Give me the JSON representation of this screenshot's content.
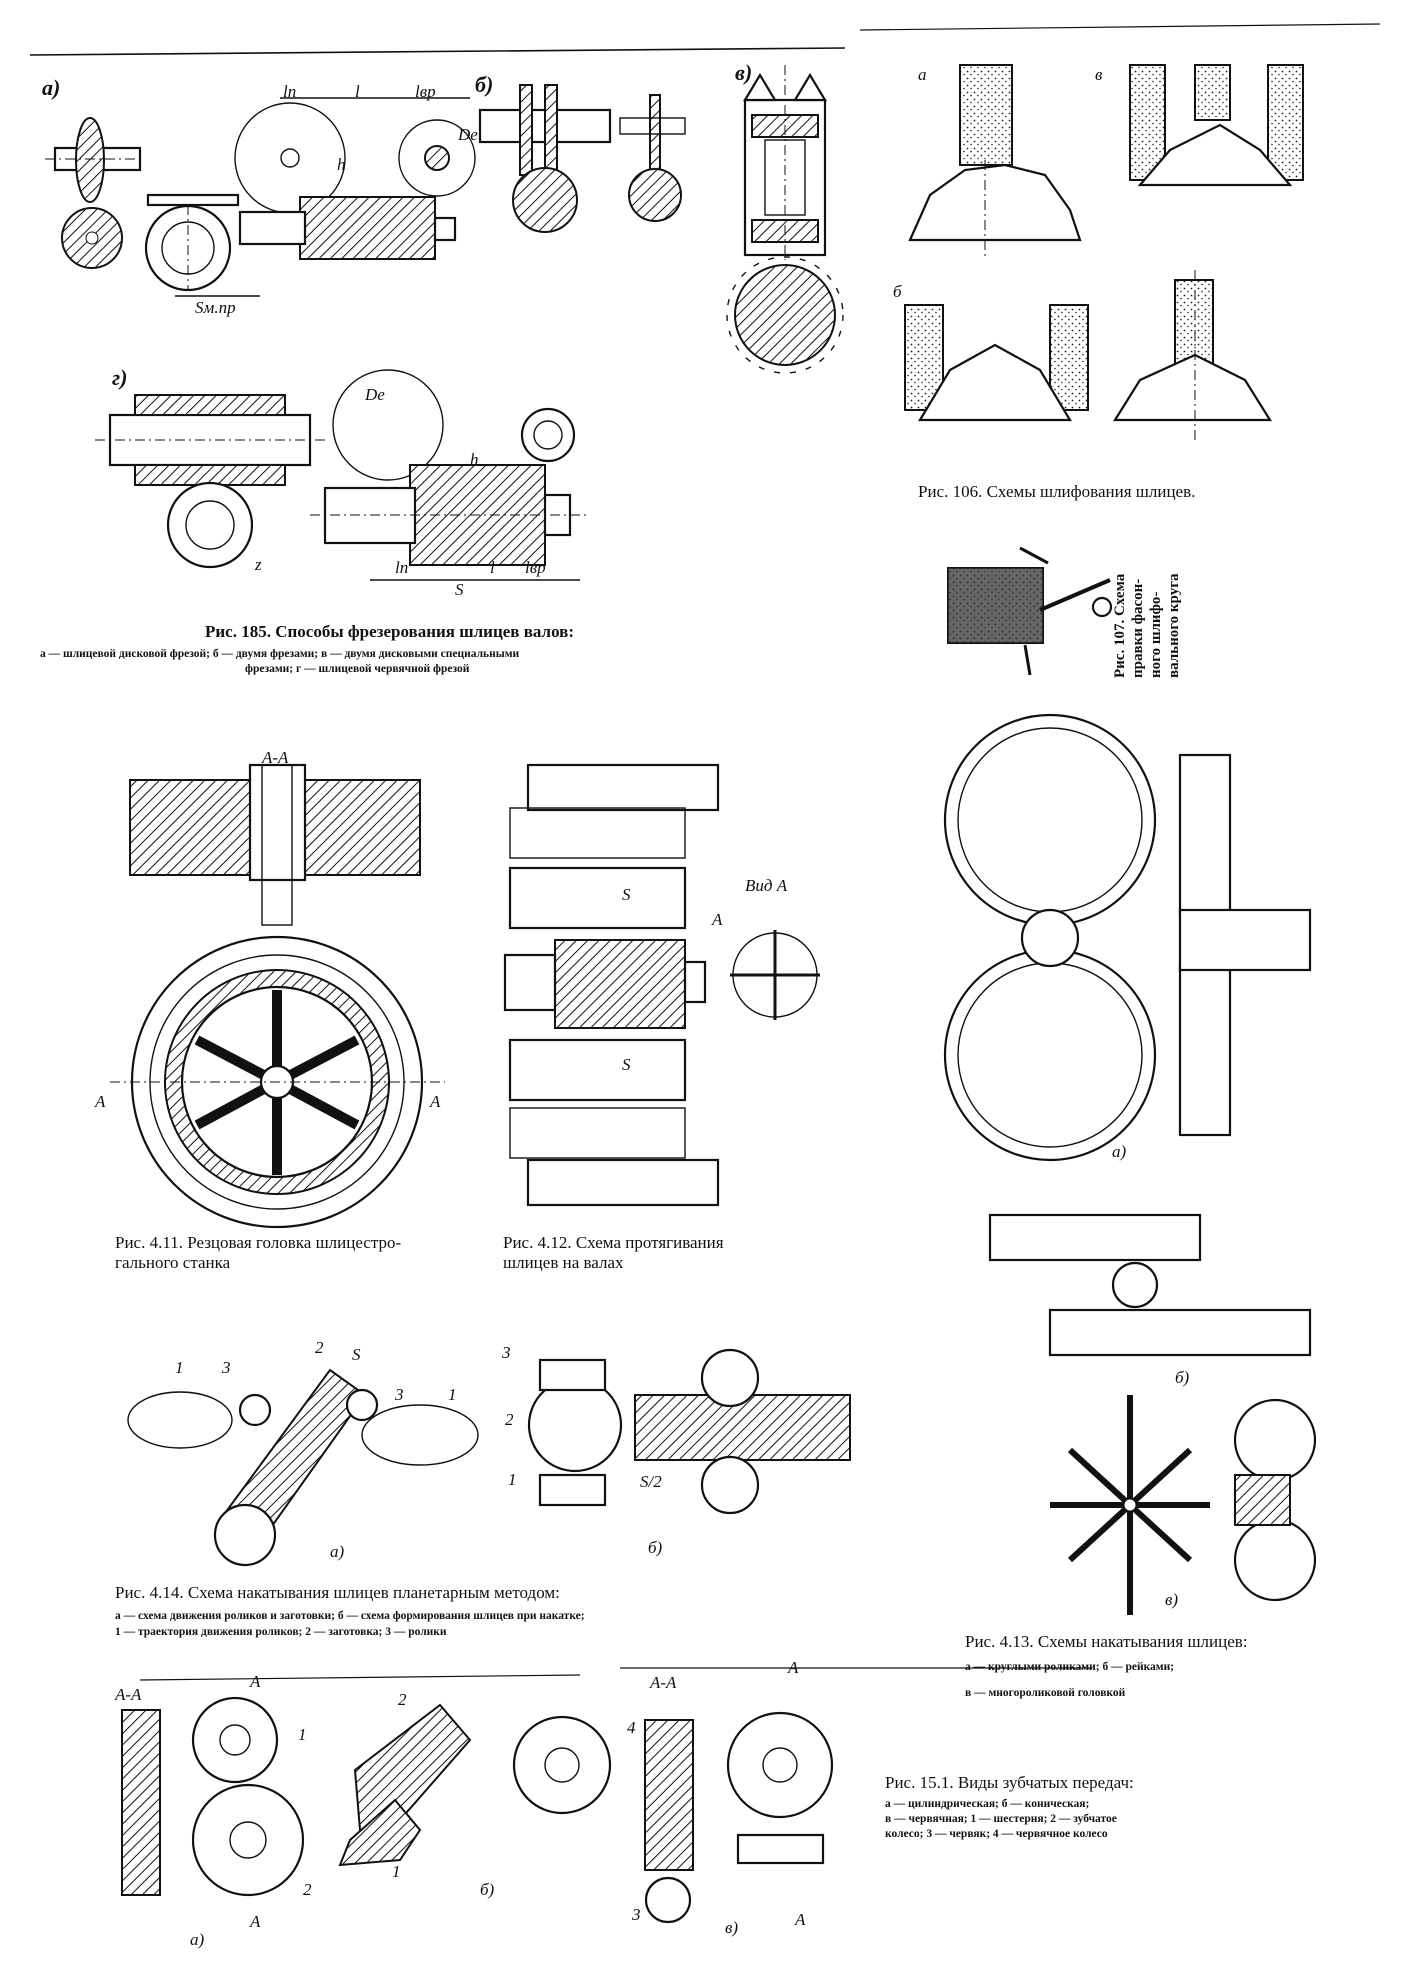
{
  "captions": {
    "fig185_title": "Рис. 185. Способы фрезерования шлицев валов:",
    "fig185_line1": "а — шлицевой дисковой фрезой; б — двумя фрезами; в — двумя дисковыми специальными",
    "fig185_line2": "фрезами; г — шлицевой червячной фрезой",
    "fig106": "Рис. 106. Схемы шлифования шлицев.",
    "fig107_l1": "Рис. 107. Схема",
    "fig107_l2": "правки фасон-",
    "fig107_l3": "ного шлифо-",
    "fig107_l4": "вального круга",
    "fig411_l1": "Рис. 4.11. Резцовая головка шлицестро-",
    "fig411_l2": "гального станка",
    "fig412_l1": "Рис. 4.12. Схема протягивания",
    "fig412_l2": "шлицев на валах",
    "fig414_title": "Рис. 4.14. Схема накатывания шлицев планетарным методом:",
    "fig414_line1": "а — схема движения роликов и заготовки; б — схема формирования шлицев при накатке;",
    "fig414_line2": "1 — траектория движения роликов; 2 — заготовка; 3 — ролики",
    "fig413_title": "Рис. 4.13. Схемы накатывания шлицев:",
    "fig413_line1": "а — круглыми роликами; б — рейками;",
    "fig413_line2": "в — многороликовой головкой",
    "fig151_title": "Рис. 15.1. Виды зубчатых передач:",
    "fig151_line1": "а — цилиндрическая; б — коническая;",
    "fig151_line2": "в — червячная; 1 — шестерня; 2 — зубчатое",
    "fig151_line3": "колесо; 3 — червяк; 4 — червячное колесо"
  },
  "labels": {
    "a": "а)",
    "b": "б)",
    "v": "в)",
    "g": "г)",
    "g106_a": "а",
    "g106_v": "в",
    "g106_b": "б",
    "ln": "lп",
    "l": "l",
    "lvp": "lвр",
    "De": "Dе",
    "h": "h",
    "smpr": "Sм.пр",
    "z": "z",
    "l_g": "l",
    "lp": "lп",
    "lvr": "lвр",
    "S": "S",
    "AA": "А-А",
    "A": "А",
    "A4": "А",
    "vidA": "Вид А",
    "A_arrow": "А",
    "S_top": "S",
    "S_bot": "S",
    "a413": "а)",
    "b413": "б)",
    "v413": "в)",
    "n1": "1",
    "n2": "2",
    "n3": "3",
    "nS": "S",
    "a414": "а)",
    "m3": "3",
    "m2": "2",
    "m1": "1",
    "s2": "S/2",
    "b414": "б)",
    "AA1": "А-А",
    "A_t1": "А",
    "A_b1": "А",
    "k1": "1",
    "k2": "2",
    "a151": "а)",
    "c2": "2",
    "c1": "1",
    "b151": "б)",
    "AA2": "А-А",
    "w4": "4",
    "w3": "3",
    "A_t2": "А",
    "A_b2": "А",
    "v151": "в)"
  }
}
